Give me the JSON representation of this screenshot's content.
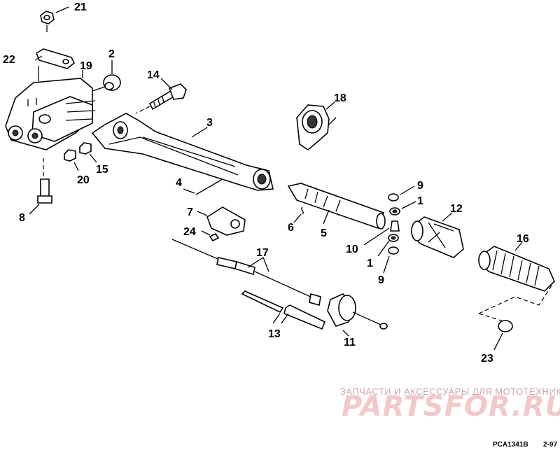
{
  "callouts": [
    "21",
    "22",
    "19",
    "2",
    "14",
    "18",
    "3",
    "4",
    "8",
    "20",
    "15",
    "9",
    "1",
    "12",
    "16",
    "7",
    "24",
    "6",
    "5",
    "10",
    "1",
    "9",
    "17",
    "13",
    "11",
    "23"
  ],
  "watermark": {
    "tagline": "ЗАПЧАСТИ И АКСЕССУАРЫ ДЛЯ МОТОТЕХНИКИ",
    "brand": "PARTSFOR.RU"
  },
  "reference": {
    "code": "PCA1341B",
    "date": "2-97"
  }
}
